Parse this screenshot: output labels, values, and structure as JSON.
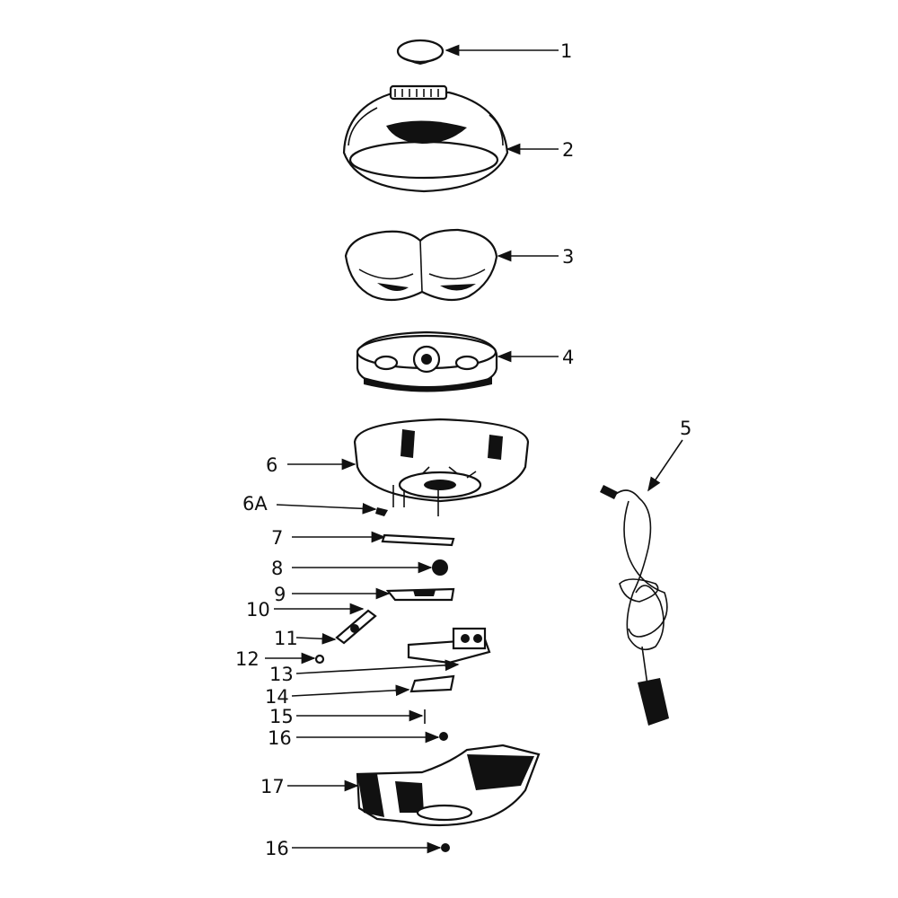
{
  "diagram": {
    "labels": {
      "p1": "1",
      "p2": "2",
      "p3": "3",
      "p4": "4",
      "p5": "5",
      "p6": "6",
      "p6a": "6A",
      "p7": "7",
      "p8": "8",
      "p9": "9",
      "p10": "10",
      "p11": "11",
      "p12": "12",
      "p13": "13",
      "p14": "14",
      "p15": "15",
      "p16a": "16",
      "p17": "17",
      "p16b": "16"
    }
  }
}
